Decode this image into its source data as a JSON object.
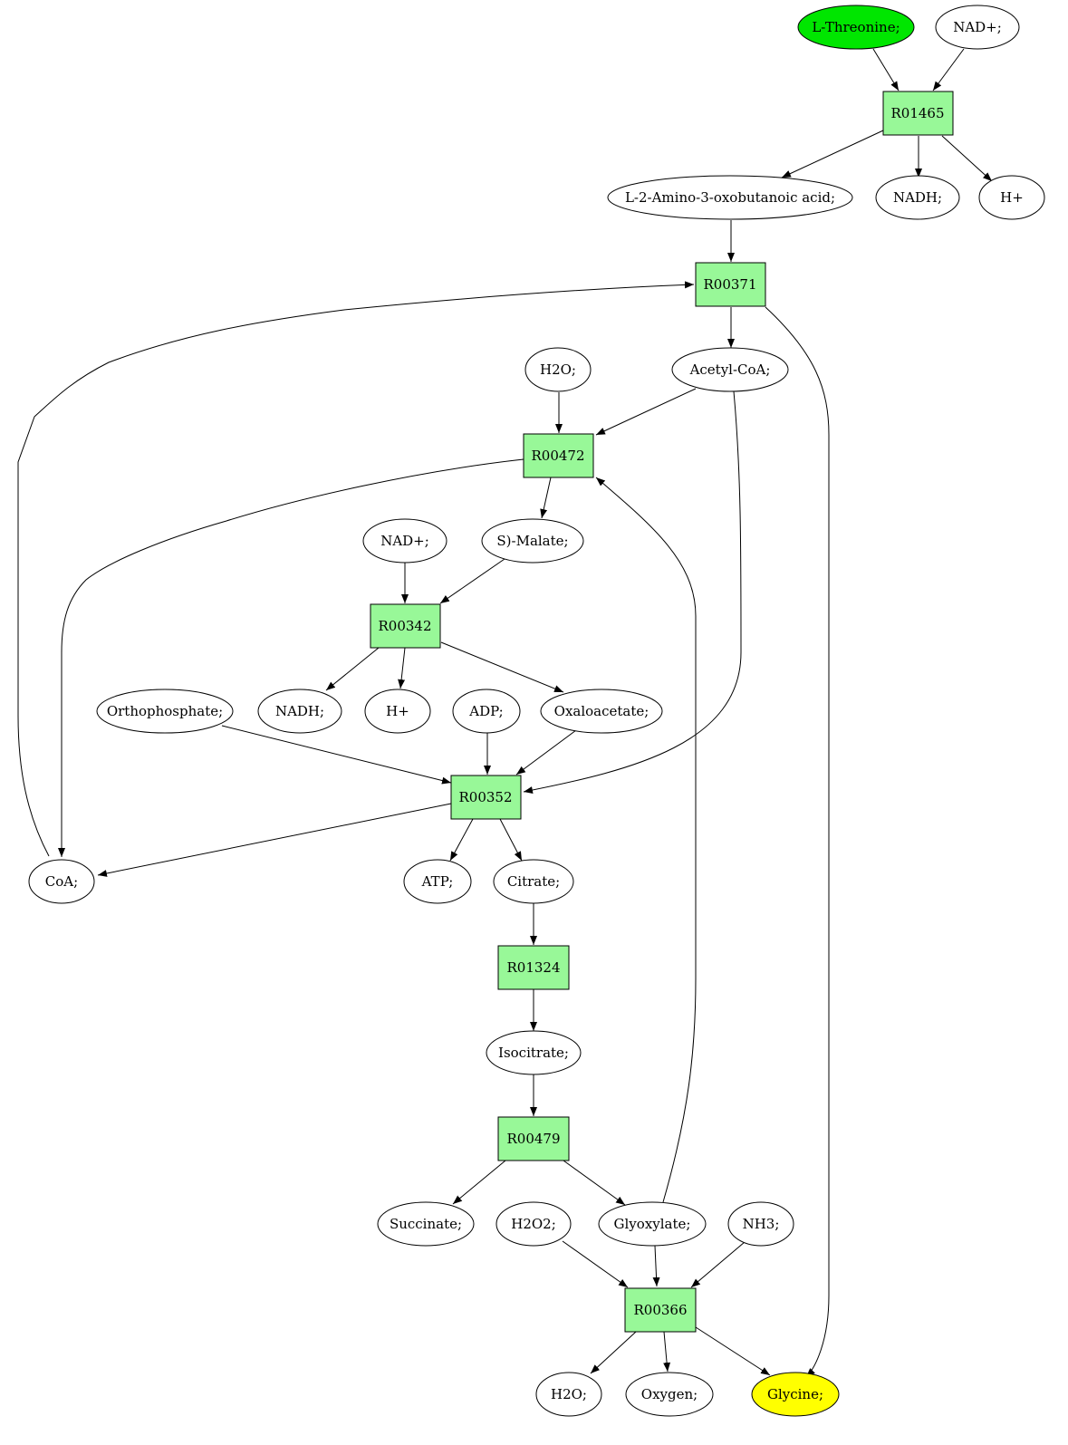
{
  "colors": {
    "reaction_fill": "#98f898",
    "compound_fill": "#ffffff",
    "start_fill": "#00e600",
    "end_fill": "#ffff00",
    "stroke": "#000000"
  },
  "nodes": {
    "l_threonine": "L-Threonine;",
    "nad_top": "NAD+;",
    "r01465": "R01465",
    "amino_oxobutanoic": "L-2-Amino-3-oxobutanoic acid;",
    "nadh_top": "NADH;",
    "h_top": "H+",
    "r00371": "R00371",
    "h2o_top": "H2O;",
    "acetyl_coa": "Acetyl-CoA;",
    "r00472": "R00472",
    "nad_mid": "NAD+;",
    "s_malate": "S)-Malate;",
    "r00342": "R00342",
    "orthophosphate": "Orthophosphate;",
    "nadh_mid": "NADH;",
    "h_mid": "H+",
    "adp": "ADP;",
    "oxaloacetate": "Oxaloacetate;",
    "r00352": "R00352",
    "coa": "CoA;",
    "atp": "ATP;",
    "citrate": "Citrate;",
    "r01324": "R01324",
    "isocitrate": "Isocitrate;",
    "r00479": "R00479",
    "succinate": "Succinate;",
    "h2o2": "H2O2;",
    "glyoxylate": "Glyoxylate;",
    "nh3": "NH3;",
    "r00366": "R00366",
    "h2o_bottom": "H2O;",
    "oxygen": "Oxygen;",
    "glycine": "Glycine;"
  }
}
